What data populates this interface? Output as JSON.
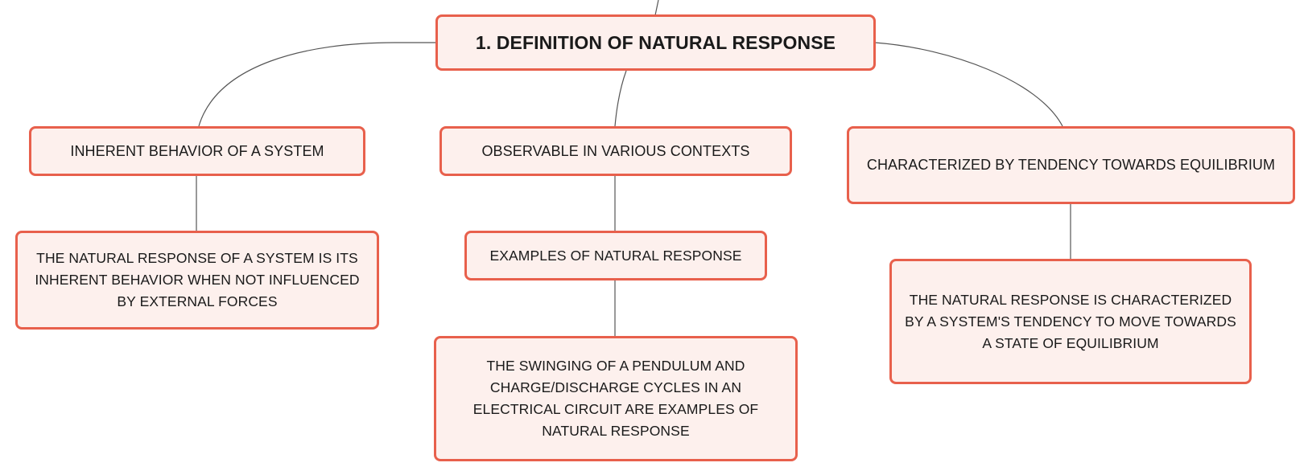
{
  "diagram": {
    "root": {
      "label": "1. DEFINITION OF NATURAL RESPONSE"
    },
    "branches": [
      {
        "label": "INHERENT BEHAVIOR OF A SYSTEM",
        "children": [
          {
            "label": "THE NATURAL RESPONSE OF A SYSTEM IS ITS INHERENT BEHAVIOR WHEN NOT INFLUENCED BY EXTERNAL FORCES"
          }
        ]
      },
      {
        "label": "OBSERVABLE IN VARIOUS CONTEXTS",
        "children": [
          {
            "label": "EXAMPLES OF NATURAL RESPONSE",
            "children": [
              {
                "label": "THE SWINGING OF A PENDULUM AND CHARGE/DISCHARGE CYCLES IN AN ELECTRICAL CIRCUIT ARE EXAMPLES OF NATURAL RESPONSE"
              }
            ]
          }
        ]
      },
      {
        "label": "CHARACTERIZED BY TENDENCY TOWARDS EQUILIBRIUM",
        "children": [
          {
            "label": "THE NATURAL RESPONSE IS CHARACTERIZED BY A SYSTEM'S TENDENCY TO MOVE TOWARDS A STATE OF EQUILIBRIUM"
          }
        ]
      }
    ]
  },
  "colors": {
    "node_border": "#e8604c",
    "node_fill": "#fdf0ed",
    "connector": "#555555",
    "text": "#1a1a1a"
  }
}
